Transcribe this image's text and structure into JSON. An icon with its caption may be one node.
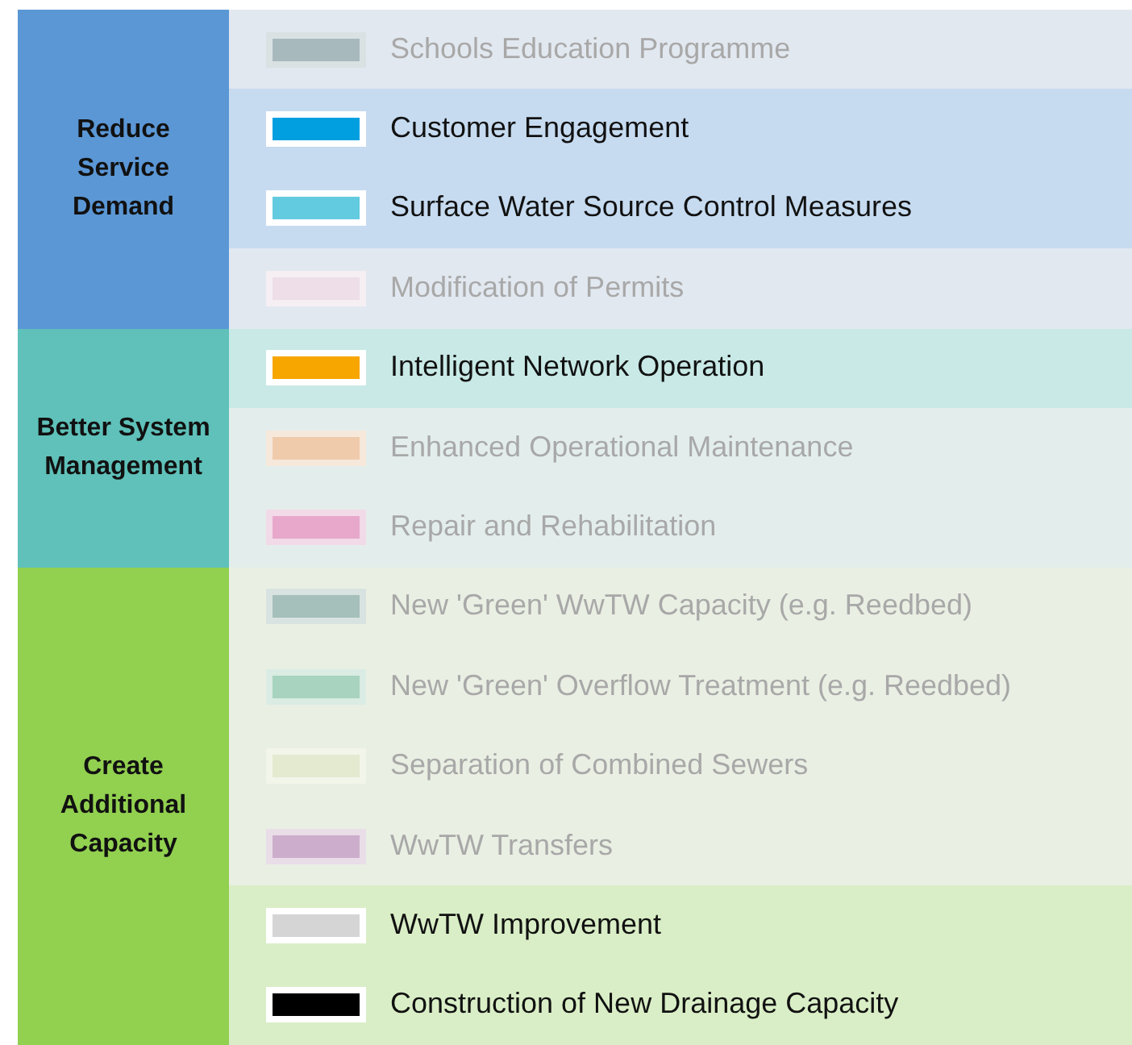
{
  "diagram": {
    "nodes": [
      {
        "text": [
          "Reduce Service Demand"
        ]
      },
      {
        "text": [
          "Better System Management"
        ]
      },
      {
        "text": [
          "Create Additional Capacity"
        ]
      }
    ],
    "legend": [
      {
        "text": "Schools Education Programme",
        "color": "#9fb1b5"
      },
      {
        "text": "Customer Engagement",
        "color": "#019fe0"
      },
      {
        "text": "Surface Water Source Control Measures",
        "color": "#63cbe0"
      },
      {
        "text": "Modification of Permits",
        "color": "#f0dde6"
      },
      {
        "text": "Intelligent Network Operation",
        "color": "#f7a600"
      },
      {
        "text": "Enhanced Operational Maintenance",
        "color": "#f2c6a0"
      },
      {
        "text": "Repair and Rehabilitation",
        "color": "#e89cc6"
      },
      {
        "text": "New 'Green' WwTW Capacity (e.g. Reedbed)",
        "color": "#9ab7b3"
      },
      {
        "text": "New 'Green' Overflow Treatment (e.g. Reedbed)",
        "color": "#9dcfb9"
      },
      {
        "text": "Separation of Combined Sewers",
        "color": "#e4eacc"
      },
      {
        "text": "WwTW Transfers",
        "color": "#c9a2c8"
      },
      {
        "text": "WwTW Improvement",
        "color": "#d5d5d5"
      },
      {
        "text": "Construction of New Drainage Capacity",
        "color": "#000000"
      }
    ]
  }
}
